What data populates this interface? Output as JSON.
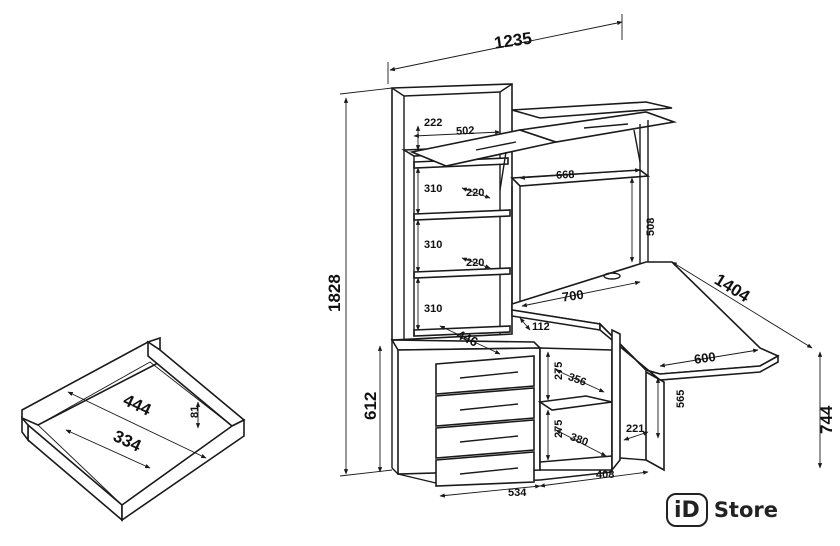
{
  "dims": {
    "total_width": "1235",
    "total_height": "1828",
    "side_length": "1404",
    "desk_height": "744",
    "base_height": "612",
    "shelf_width": "502",
    "shelf_gap": "222",
    "shelf_310_a": "310",
    "shelf_310_b": "310",
    "shelf_310_c": "310",
    "depth_220_a": "220",
    "depth_220_b": "220",
    "top_shelf_width": "668",
    "top_shelf_height": "508",
    "desk_width": "700",
    "corner_112": "112",
    "base_depth": "446",
    "side_desk_width": "600",
    "leg_height": "565",
    "leg_depth": "221",
    "open_h1": "275",
    "open_d1": "356",
    "open_h2": "275",
    "open_d2": "380",
    "drawer_width": "534",
    "open_width": "408",
    "drawer_w": "444",
    "drawer_d": "334",
    "drawer_h": "81"
  },
  "brand": {
    "logo_mark": "iD",
    "name": "Store"
  },
  "colors": {
    "line": "#1a1a1a",
    "background": "#ffffff",
    "logo": "#222222"
  }
}
